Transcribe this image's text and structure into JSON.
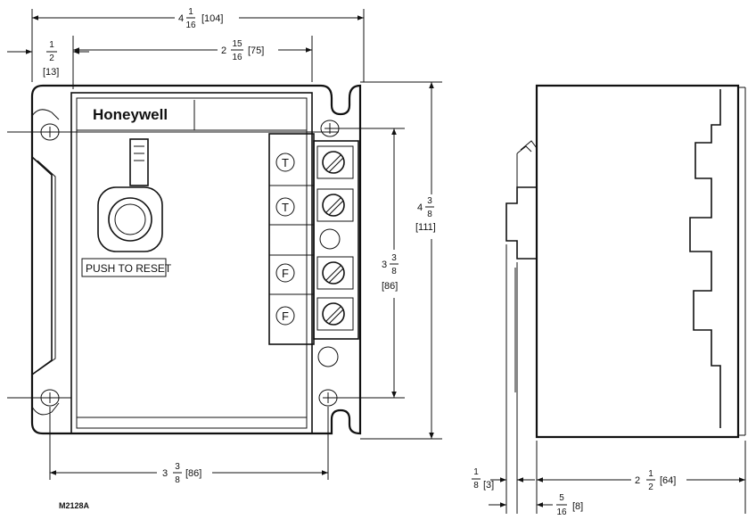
{
  "brand": "Honeywell",
  "reset_label": "PUSH TO RESET",
  "drawing_code": "M2128A",
  "terminals": [
    "T",
    "T",
    "F",
    "F"
  ],
  "dimensions": {
    "overall_width": {
      "whole": "4",
      "num": "1",
      "den": "16",
      "mm": "[104]"
    },
    "left_offset": {
      "num": "1",
      "den": "2",
      "mm": "[13]"
    },
    "hole_to_right": {
      "whole": "2",
      "num": "15",
      "den": "16",
      "mm": "[75]"
    },
    "overall_height": {
      "whole": "4",
      "num": "3",
      "den": "8",
      "mm": "[111]"
    },
    "hole_vertical": {
      "whole": "3",
      "num": "3",
      "den": "8",
      "mm": "[86]"
    },
    "hole_horizontal": {
      "whole": "3",
      "num": "3",
      "den": "8",
      "mm": "[86]"
    },
    "depth": {
      "whole": "2",
      "num": "1",
      "den": "2",
      "mm": "[64]"
    },
    "flange": {
      "num": "1",
      "den": "8",
      "mm": "[3]"
    },
    "knob": {
      "num": "5",
      "den": "16",
      "mm": "[8]"
    }
  }
}
